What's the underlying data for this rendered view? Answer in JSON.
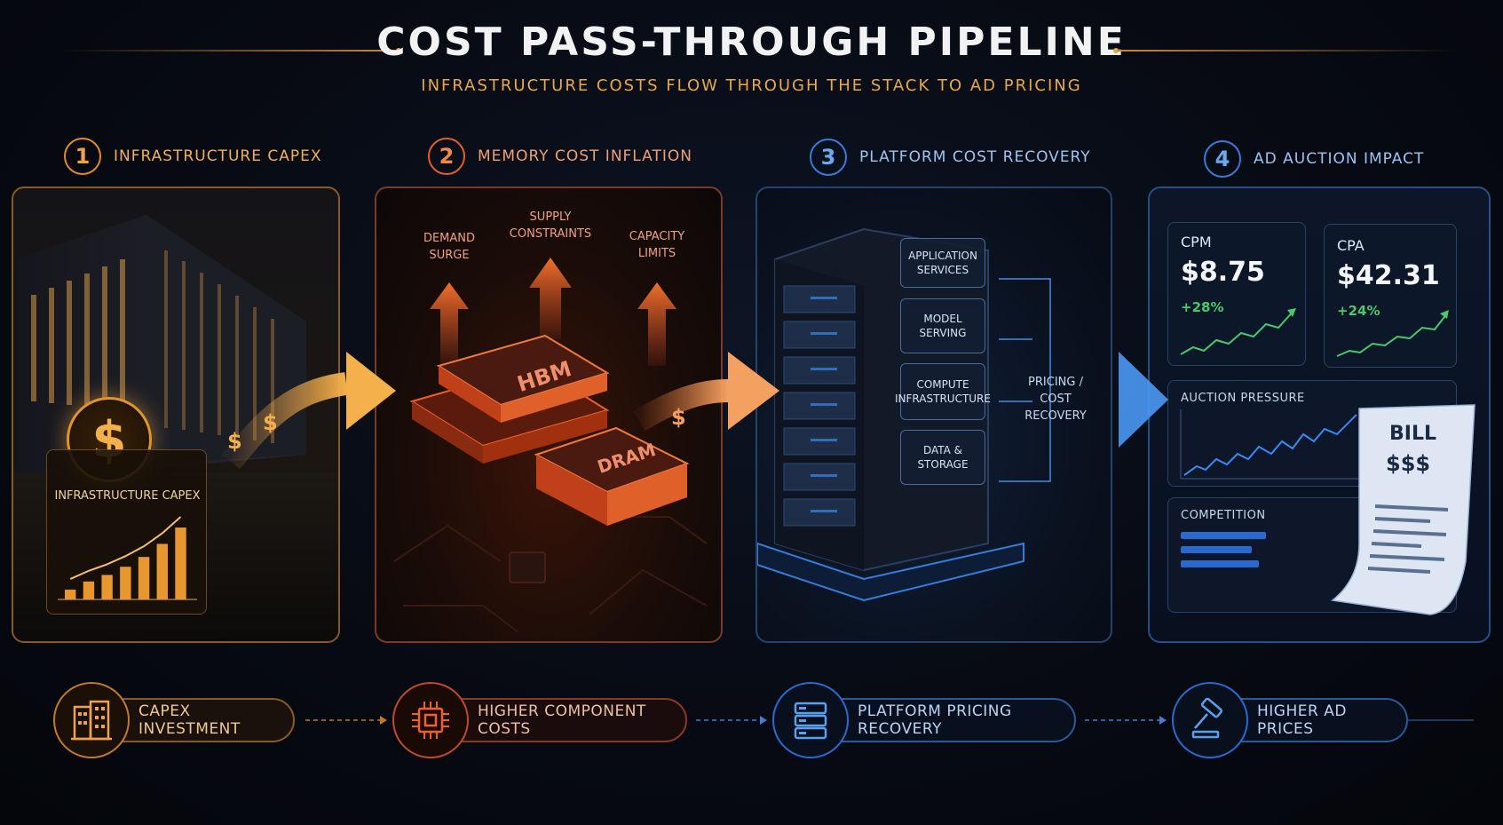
{
  "header": {
    "title": "COST PASS-THROUGH PIPELINE",
    "subtitle": "INFRASTRUCTURE COSTS FLOW THROUGH THE STACK TO AD PRICING"
  },
  "steps": [
    {
      "number": "1",
      "label": "INFRASTRUCTURE CAPEX"
    },
    {
      "number": "2",
      "label": "MEMORY COST INFLATION"
    },
    {
      "number": "3",
      "label": "PLATFORM COST RECOVERY"
    },
    {
      "number": "4",
      "label": "AD AUCTION IMPACT"
    }
  ],
  "panel1": {
    "dollar_symbol": "$",
    "chart_label": "INFRASTRUCTURE CAPEX",
    "bar_levels": [
      0.12,
      0.22,
      0.3,
      0.4,
      0.52,
      0.68,
      0.88
    ]
  },
  "panel2": {
    "pressures": [
      {
        "label_line1": "DEMAND",
        "label_line2": "SURGE"
      },
      {
        "label_line1": "SUPPLY",
        "label_line2": "CONSTRAINTS"
      },
      {
        "label_line1": "CAPACITY",
        "label_line2": "LIMITS"
      }
    ],
    "chip_top": "HBM",
    "chip_bottom": "DRAM"
  },
  "panel3": {
    "modules": [
      {
        "line1": "APPLICATION",
        "line2": "SERVICES"
      },
      {
        "line1": "MODEL",
        "line2": "SERVING"
      },
      {
        "line1": "COMPUTE",
        "line2": "INFRASTRUCTURE"
      },
      {
        "line1": "DATA &",
        "line2": "STORAGE"
      }
    ],
    "recovery_line1": "PRICING /",
    "recovery_line2": "COST",
    "recovery_line3": "RECOVERY"
  },
  "panel4": {
    "metrics": [
      {
        "label": "CPM",
        "value": "$8.75",
        "change": "+28%"
      },
      {
        "label": "CPA",
        "value": "$42.31",
        "change": "+24%"
      }
    ],
    "auction_label": "AUCTION PRESSURE",
    "competition_label": "COMPETITION",
    "competition_levels": [
      0.6,
      0.5,
      0.55
    ],
    "bill_title": "BILL",
    "bill_amount": "$$$"
  },
  "flow": [
    {
      "label": "CAPEX INVESTMENT",
      "icon": "building-icon"
    },
    {
      "label": "HIGHER COMPONENT COSTS",
      "icon": "chip-icon"
    },
    {
      "label": "PLATFORM PRICING RECOVERY",
      "icon": "server-icon"
    },
    {
      "label": "HIGHER AD PRICES",
      "icon": "gavel-icon"
    }
  ],
  "colors": {
    "orange": "#f0a24a",
    "red": "#f0602c",
    "blue": "#3a8af0",
    "green": "#4ac86a"
  }
}
